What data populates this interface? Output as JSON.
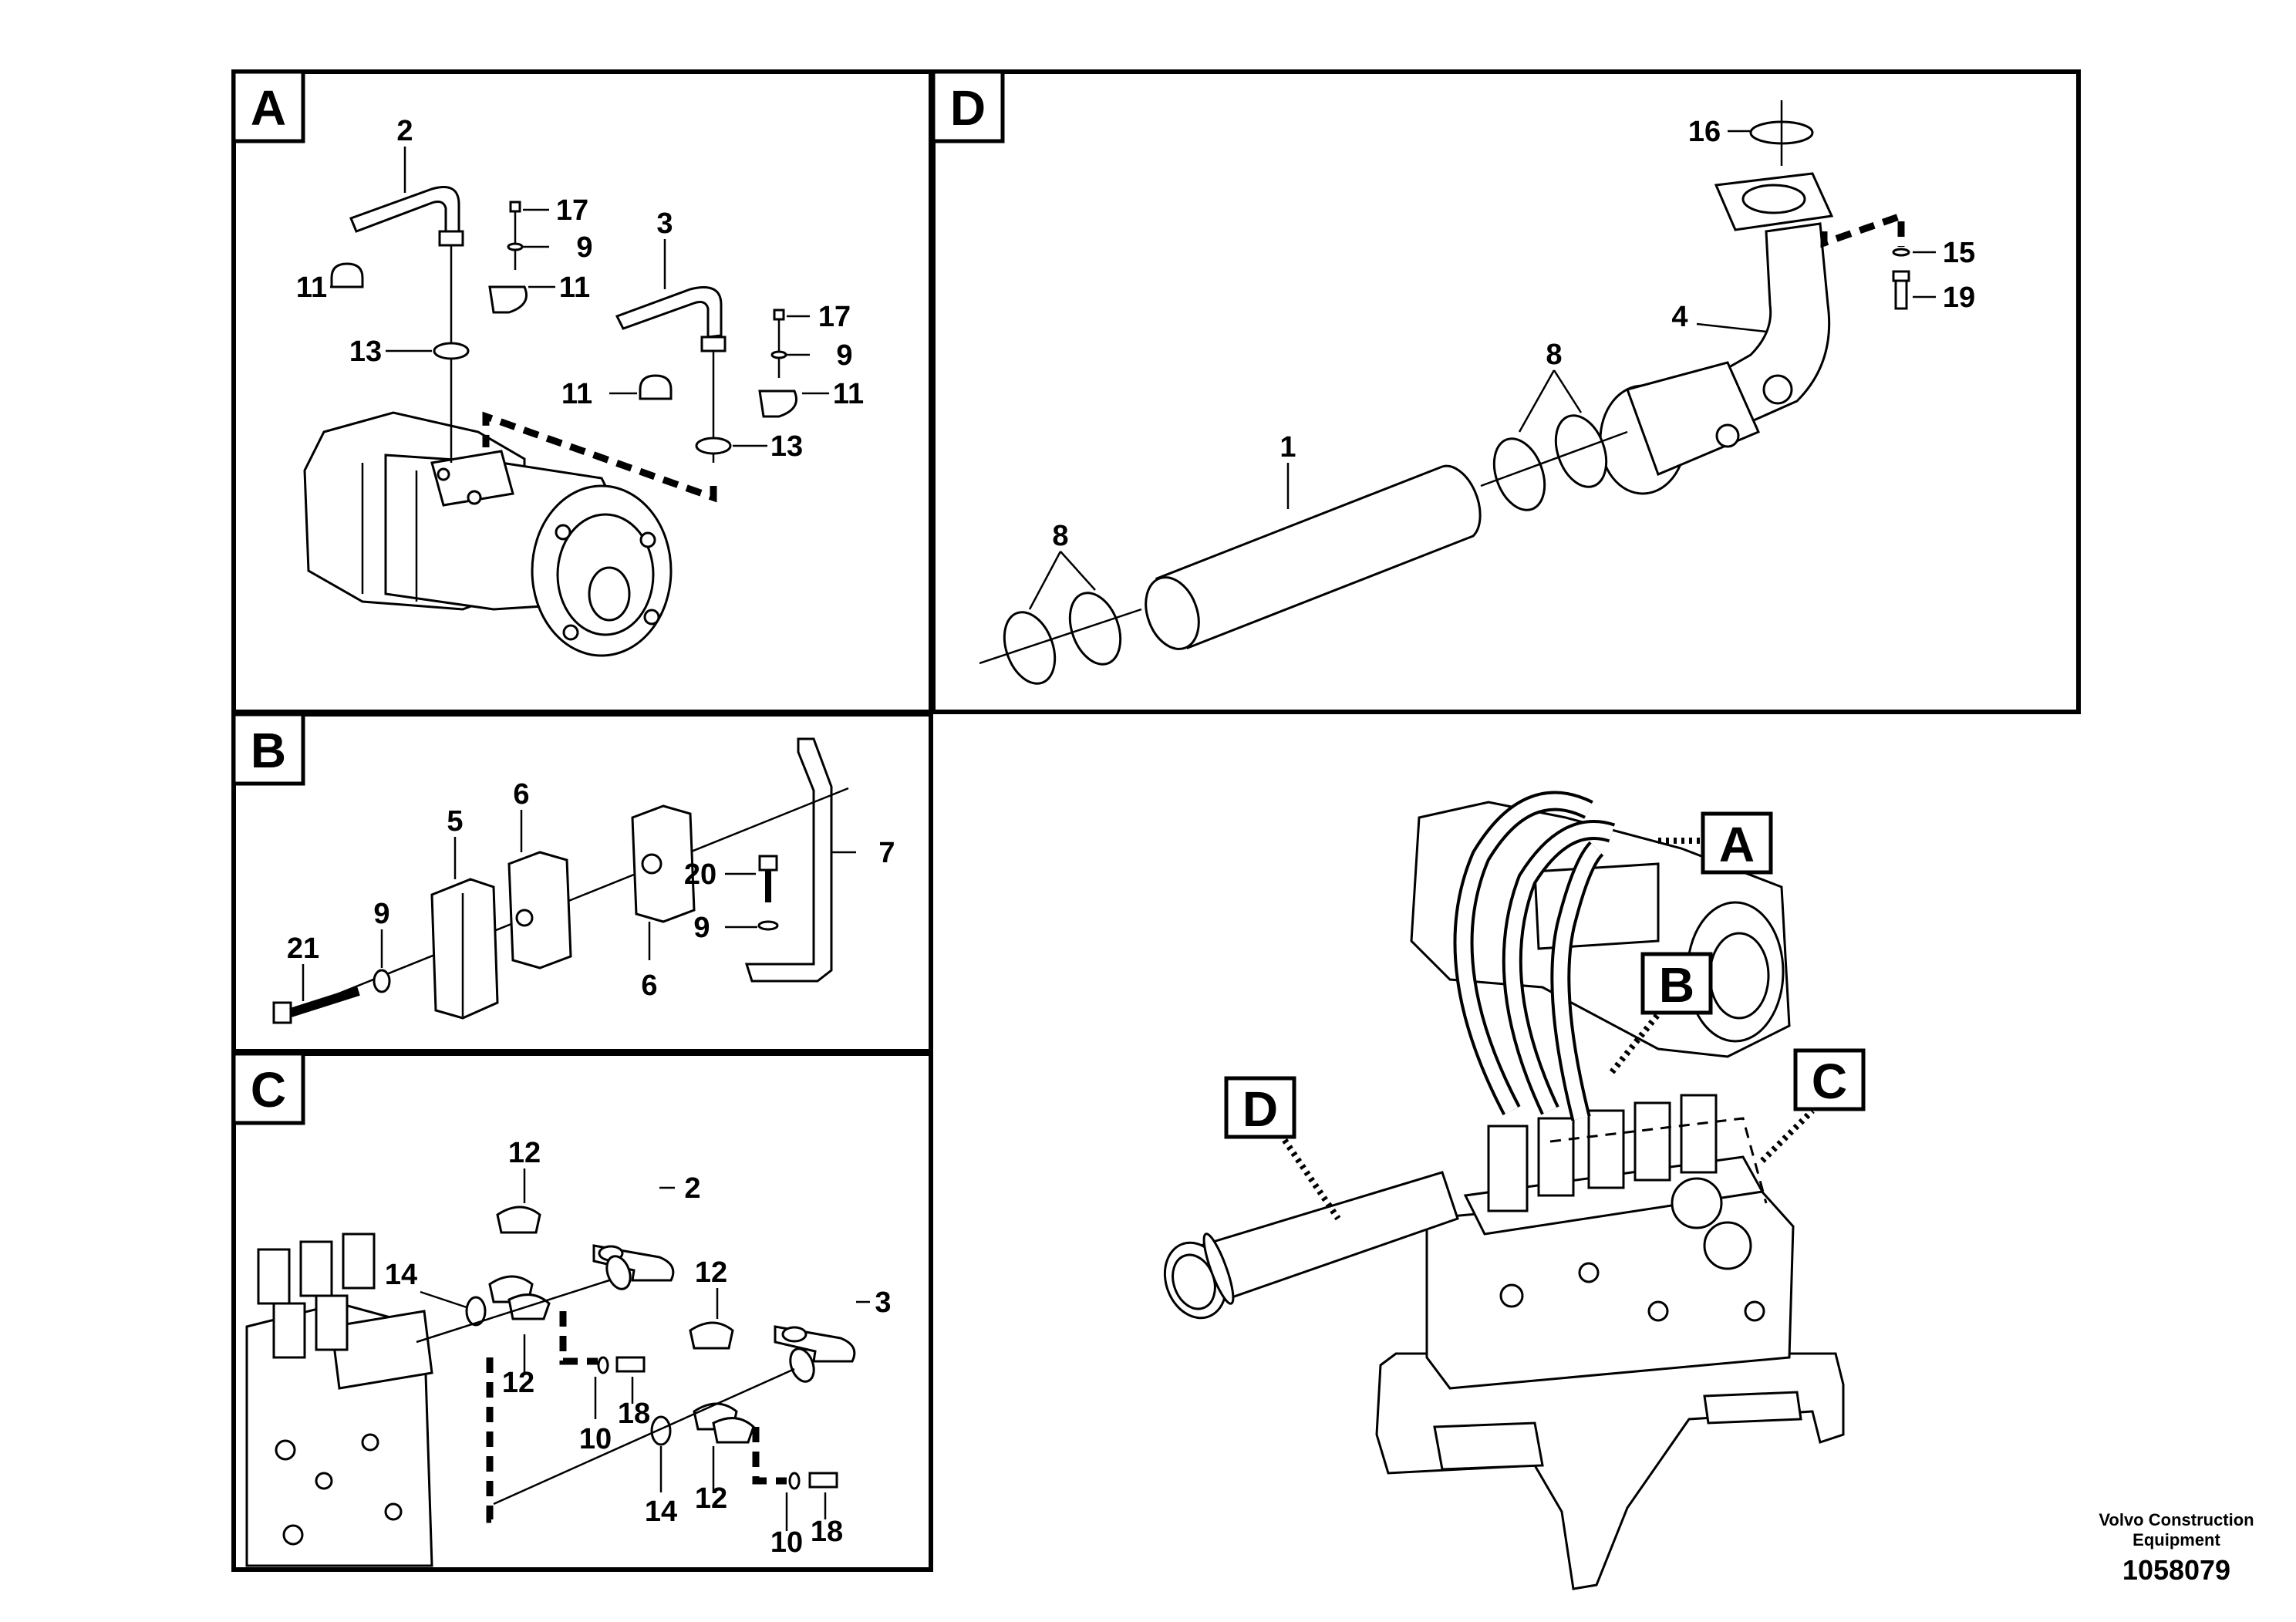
{
  "panels": {
    "a": {
      "letter": "A"
    },
    "b": {
      "letter": "B"
    },
    "c": {
      "letter": "C"
    },
    "d": {
      "letter": "D"
    }
  },
  "overview_tags": [
    "A",
    "B",
    "C",
    "D"
  ],
  "callouts": {
    "a": [
      "2",
      "17",
      "9",
      "3",
      "11",
      "11",
      "17",
      "9",
      "13",
      "11",
      "11",
      "13"
    ],
    "b": [
      "5",
      "6",
      "7",
      "20",
      "9",
      "21",
      "9",
      "6"
    ],
    "c": [
      "12",
      "2",
      "14",
      "12",
      "3",
      "12",
      "18",
      "10",
      "14",
      "12",
      "18",
      "10"
    ],
    "d": [
      "16",
      "15",
      "19",
      "4",
      "8",
      "1",
      "8"
    ]
  },
  "footer": {
    "company_line1": "Volvo Construction",
    "company_line2": "Equipment",
    "drawing_number": "1058079"
  }
}
